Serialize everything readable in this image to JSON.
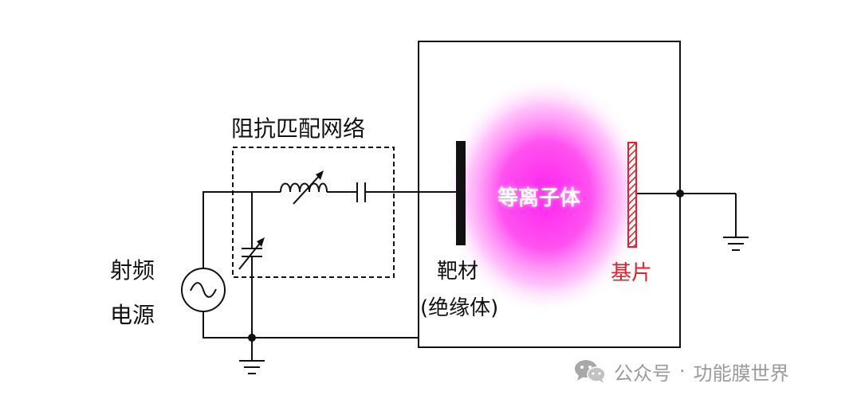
{
  "labels": {
    "rf_source_line1": "射频",
    "rf_source_line2": "电源",
    "matching_network": "阻抗匹配网络",
    "target": "靶材",
    "target_note": "(绝缘体)",
    "plasma": "等离子体",
    "substrate": "基片"
  },
  "watermark": {
    "icon": "wechat-icon",
    "account_type": "公众号",
    "separator": "·",
    "account_name": "功能膜世界"
  },
  "colors": {
    "wire": "#111111",
    "plasma": "#ff22ee",
    "substrate": "#e8202a",
    "watermark": "#9a9a9a"
  }
}
